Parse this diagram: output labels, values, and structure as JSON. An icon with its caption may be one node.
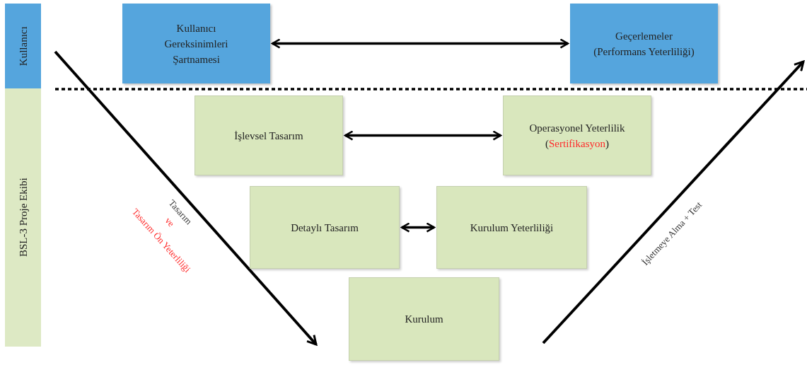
{
  "diagram": {
    "nodes": [
      {
        "text": [
          "Kullanıcı"
        ]
      },
      {
        "text": [
          "BSL-3 Proje Ekibi"
        ]
      },
      {
        "text": [
          "Kullanıcı Gereksinimleri Şartnamesi"
        ]
      },
      {
        "text": [
          "Geçerlemeler (Performans Yeterliliği)"
        ]
      },
      {
        "text": [
          "İşlevsel Tasarım"
        ]
      },
      {
        "text": [
          "Operasyonel Yeterlilik (**Sertifikasyon**)"
        ]
      },
      {
        "text": [
          "Detaylı Tasarım"
        ]
      },
      {
        "text": [
          "Kurulum Yeterliliği"
        ]
      },
      {
        "text": [
          "Kurulum"
        ]
      }
    ],
    "edges": [
      {
        "from": 2,
        "to": 3,
        "arrow": "both"
      },
      {
        "from": 4,
        "to": 5,
        "arrow": "both"
      },
      {
        "from": 6,
        "to": 7,
        "arrow": "both"
      }
    ],
    "labels": [
      "Tasarım",
      "ve",
      "Tasarım Ön Yeterliliği",
      "İşletmeye Alma + Test"
    ]
  }
}
